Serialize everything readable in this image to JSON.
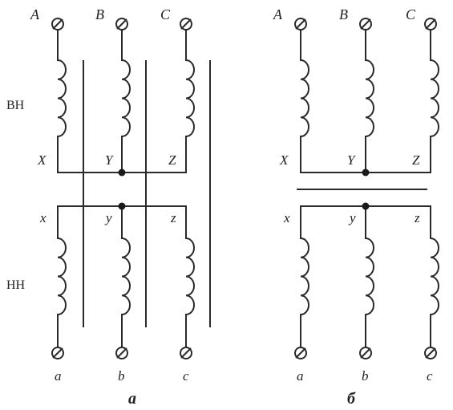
{
  "colors": {
    "ink": "#2a2a2a",
    "background": "#ffffff"
  },
  "side_labels": {
    "hv": "ВН",
    "lv": "НН"
  },
  "panel_a": {
    "caption": "а",
    "hv_top": [
      "A",
      "B",
      "C"
    ],
    "hv_end": [
      "X",
      "Y",
      "Z"
    ],
    "lv_start": [
      "x",
      "y",
      "z"
    ],
    "lv_bottom": [
      "a",
      "b",
      "c"
    ]
  },
  "panel_b": {
    "caption": "б",
    "hv_top": [
      "A",
      "B",
      "C"
    ],
    "hv_end": [
      "X",
      "Y",
      "Z"
    ],
    "lv_start": [
      "x",
      "y",
      "z"
    ],
    "lv_bottom": [
      "a",
      "b",
      "c"
    ]
  }
}
